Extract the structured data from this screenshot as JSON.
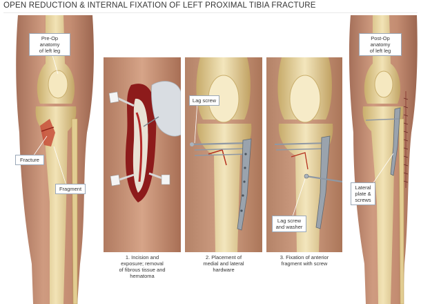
{
  "title": "OPEN REDUCTION & INTERNAL FIXATION OF LEFT PROXIMAL TIBIA FRACTURE",
  "labels": {
    "preop": "Pre-Op anatomy\nof left leg",
    "fracture": "Fracture",
    "fragment": "Fragment",
    "lag_screw": "Lag screw",
    "lag_screw_washer": "Lag screw\nand washer",
    "postop": "Post-Op anatomy\nof left leg",
    "lateral_plate": "Lateral\nplate &\nscrews"
  },
  "captions": {
    "step1": "1. Incision and\nexposure; removal\nof fibrous tissue and\nhematoma",
    "step2": "2. Placement of\nmedial and lateral\nhardware",
    "step3": "3. Fixation of anterior\nfragment with screw"
  },
  "colors": {
    "skin": "#c9957b",
    "skin_dark": "#a97259",
    "bone": "#e8d6a4",
    "bone_shadow": "#c9ae6c",
    "blood": "#9e1e1e",
    "metal": "#8e98a4",
    "label_border": "#9aa8b8"
  }
}
